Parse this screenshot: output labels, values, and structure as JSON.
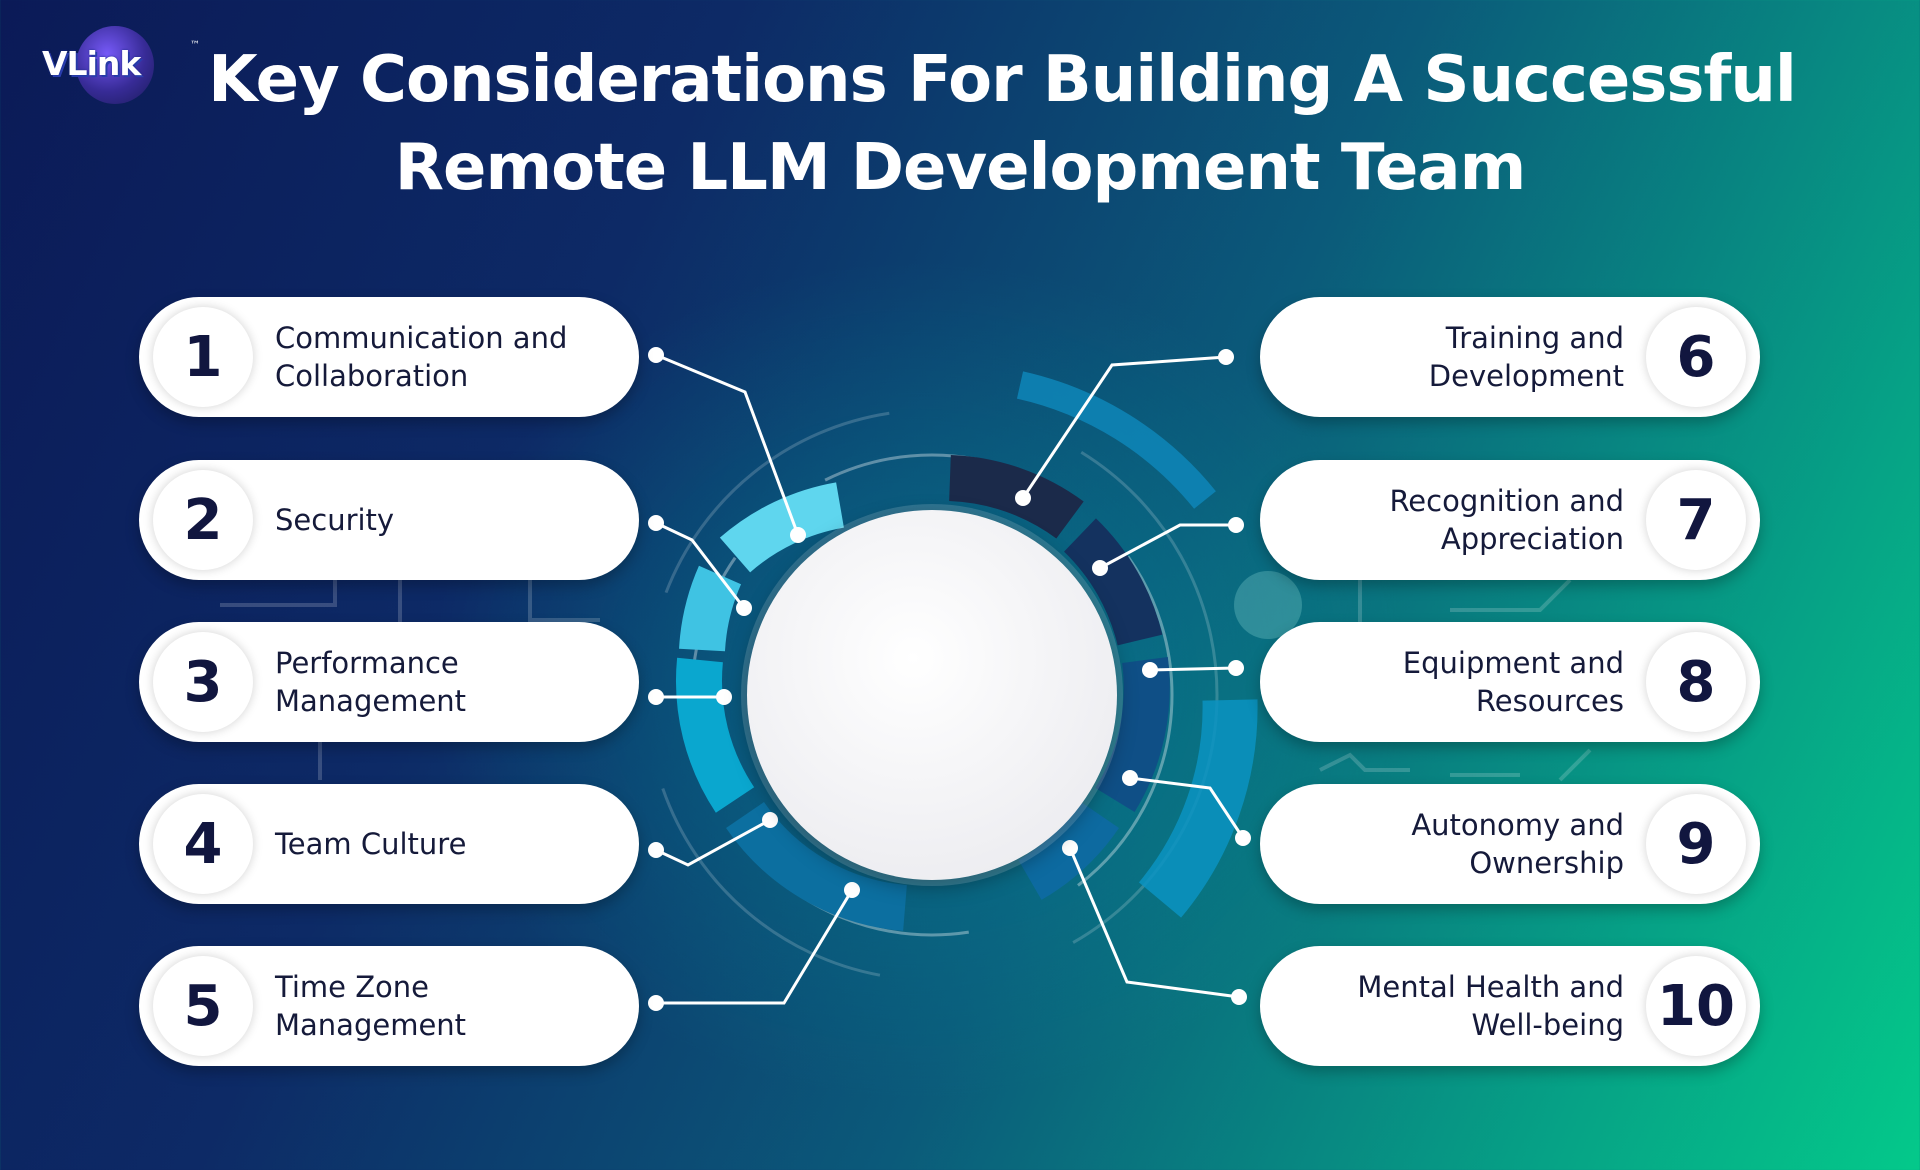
{
  "logo": {
    "text": "VLink",
    "tm": "™"
  },
  "title": {
    "line1": "Key Considerations For Building A Successful",
    "line2": "Remote LLM Development Team"
  },
  "items_left": [
    {
      "number": "1",
      "label": "Communication and\nCollaboration"
    },
    {
      "number": "2",
      "label": "Security"
    },
    {
      "number": "3",
      "label": "Performance\nManagement"
    },
    {
      "number": "4",
      "label": "Team Culture"
    },
    {
      "number": "5",
      "label": "Time Zone\nManagement"
    }
  ],
  "items_right": [
    {
      "number": "6",
      "label": "Training and\nDevelopment"
    },
    {
      "number": "7",
      "label": "Recognition and\nAppreciation"
    },
    {
      "number": "8",
      "label": "Equipment and\nResources"
    },
    {
      "number": "9",
      "label": "Autonomy and\nOwnership"
    },
    {
      "number": "10",
      "label": "Mental Health and\nWell-being"
    }
  ],
  "colors": {
    "ring_light": "#5fd6ee",
    "ring_mid": "#0aa7cf",
    "ring_dark": "#14325f",
    "ring_navy": "#1b2a4a",
    "number_text": "#11163f",
    "label_text": "#151a3a"
  }
}
